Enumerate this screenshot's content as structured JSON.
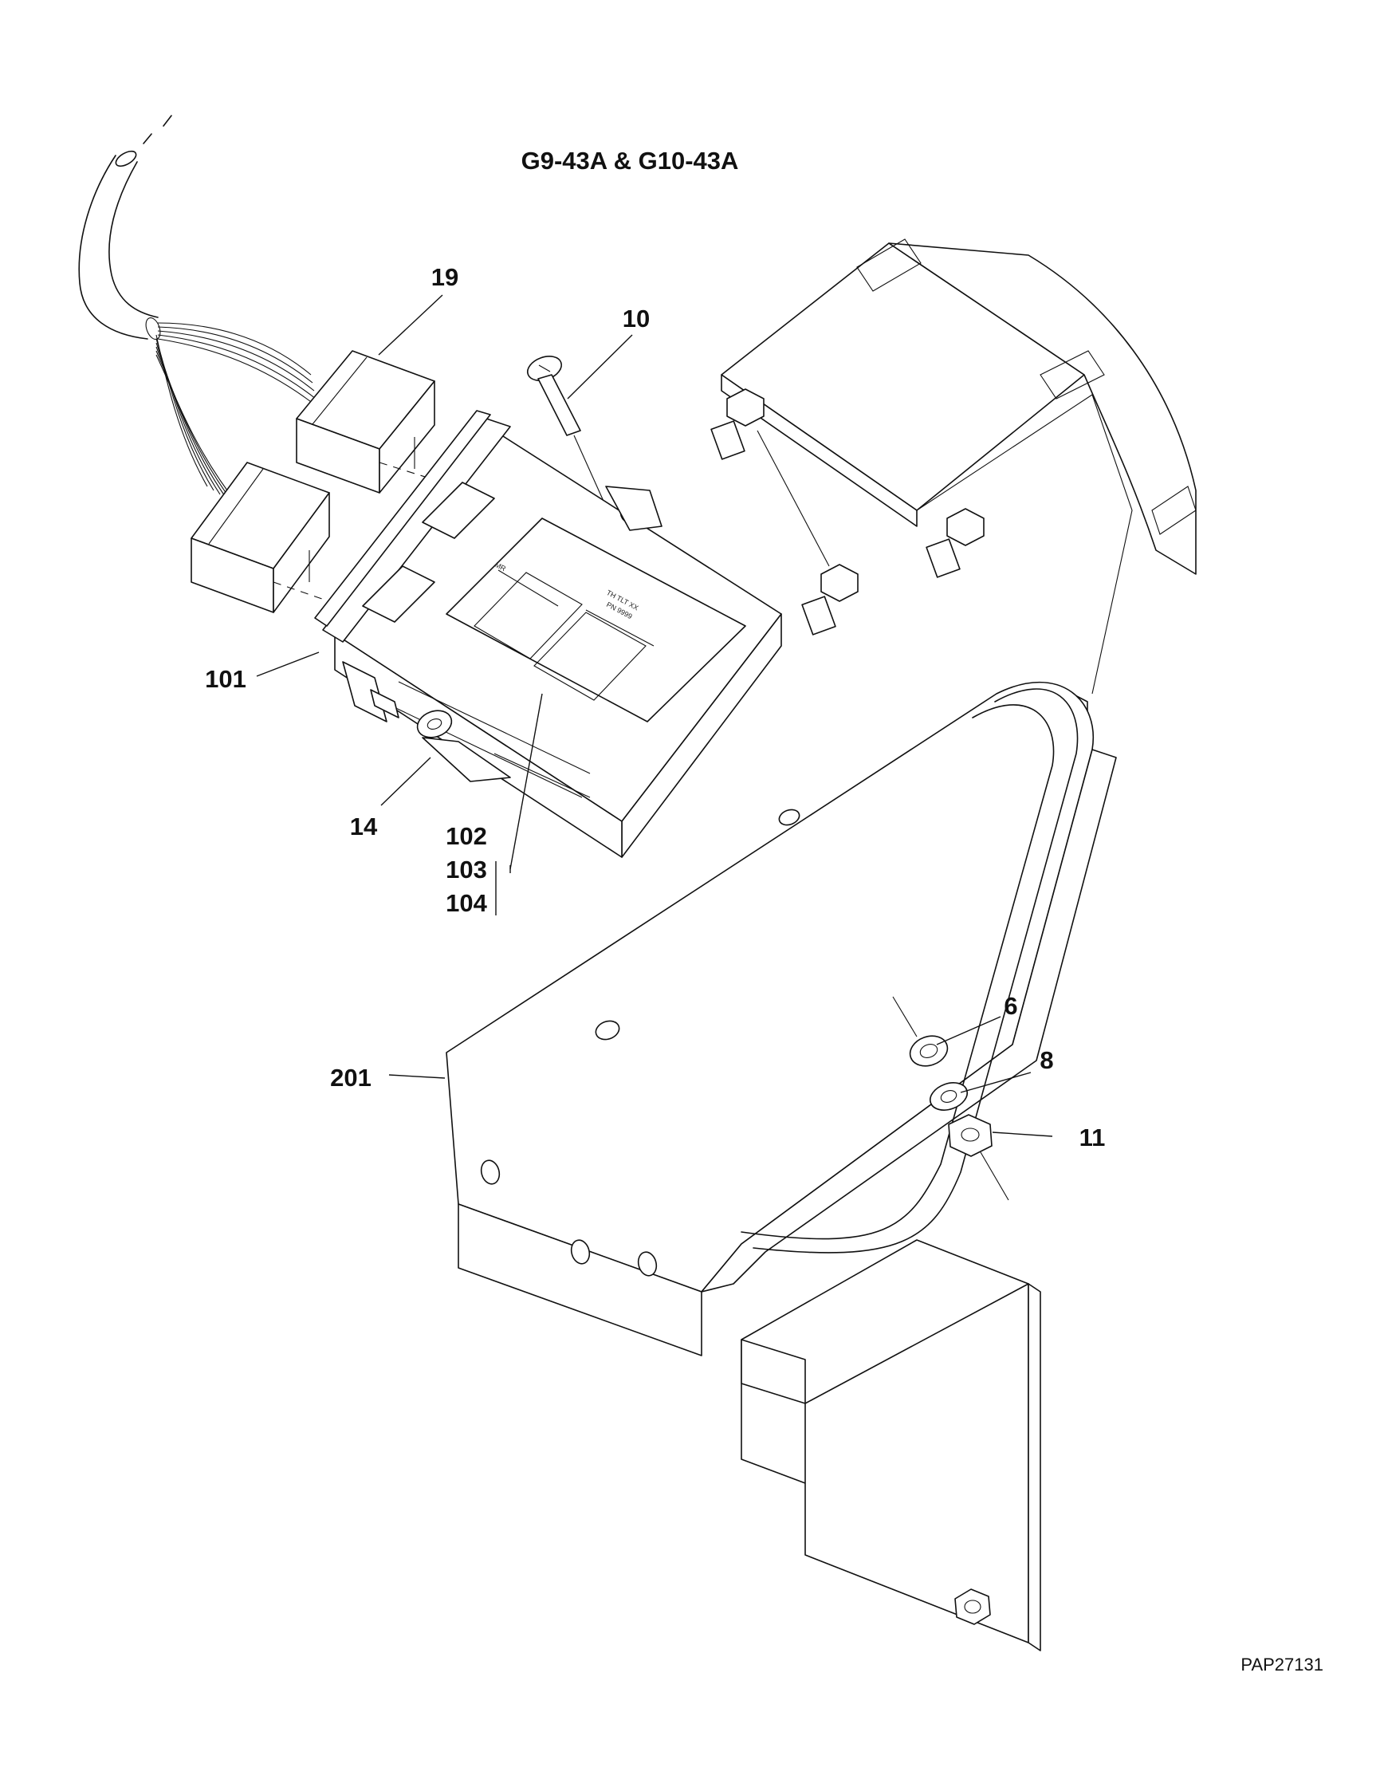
{
  "title": "G9-43A & G10-43A",
  "figure_id": "PAP27131",
  "callouts": {
    "c19": "19",
    "c10": "10",
    "c101": "101",
    "c14": "14",
    "c102": "102",
    "c103": "103",
    "c104": "104",
    "c6": "6",
    "c8": "8",
    "c11": "11",
    "c201": "201"
  },
  "parts": [
    {
      "id": "harness",
      "icon": "wire-harness-icon"
    },
    {
      "id": "connector-19",
      "icon": "connector-icon"
    },
    {
      "id": "bolt-10",
      "icon": "bolt-icon"
    },
    {
      "id": "module-101",
      "icon": "control-module-icon"
    },
    {
      "id": "mount-14",
      "icon": "mount-bracket-icon"
    },
    {
      "id": "bracket-201",
      "icon": "bracket-icon"
    },
    {
      "id": "washer-6",
      "icon": "washer-icon"
    },
    {
      "id": "washer-8",
      "icon": "washer-icon"
    },
    {
      "id": "nut-11",
      "icon": "nut-icon"
    },
    {
      "id": "motor-assembly",
      "icon": "motor-icon"
    }
  ]
}
